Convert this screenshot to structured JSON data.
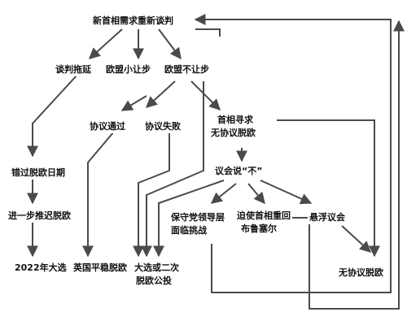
{
  "colors": {
    "line": "#4a4a4a",
    "text": "#111111",
    "background": "#ffffff"
  },
  "nodes": {
    "pm_renegotiate": "新首相需求重新谈判",
    "talks_stall": "谈判拖延",
    "eu_concede_little": "欧盟小让步",
    "eu_no_concession": "欧盟不让步",
    "agreement_passed": "协议通过",
    "agreement_failed": "协议失败",
    "pm_seek_nodeal_line1": "首相寻求",
    "pm_seek_nodeal_line2": "无协议脱欧",
    "miss_exit_date": "错过脱欧日期",
    "parliament_says_no": "议会说“不”",
    "further_delay": "进一步推迟脱欧",
    "conservative_challenge_line1": "保守党领导层",
    "conservative_challenge_line2": "面临挑战",
    "force_pm_return_line1": "迫使首相重回",
    "force_pm_return_line2": "布鲁塞尔",
    "hung_parliament": "悬浮议会",
    "election_2022": "2022年大选",
    "uk_smooth_exit": "英国平稳脱欧",
    "election_or_referendum_line1": "大选或二次",
    "election_or_referendum_line2": "脱欧公投",
    "no_deal_brexit": "无协议脱欧"
  }
}
